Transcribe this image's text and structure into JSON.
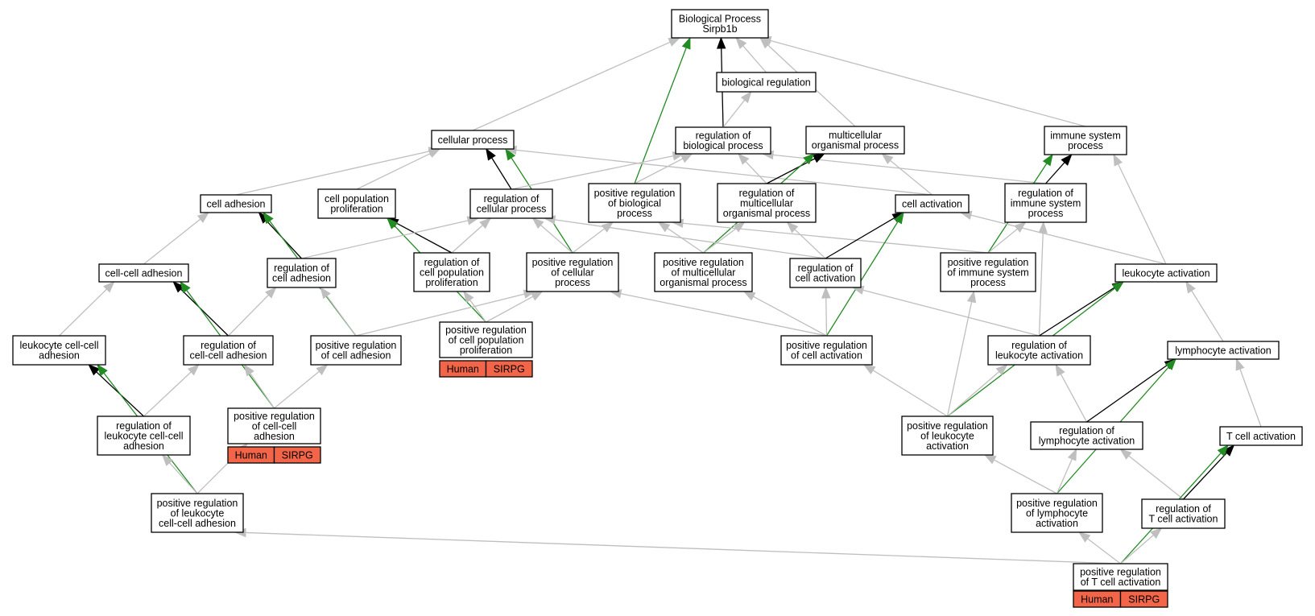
{
  "colors": {
    "is_a": "#bfbfbf",
    "regulates": "#000000",
    "positively_regulates": "#228b22",
    "annotation": "#f26549"
  },
  "nodes": [
    {
      "id": "bp",
      "lines": [
        "Biological Process",
        "Sirpb1b"
      ]
    },
    {
      "id": "br",
      "lines": [
        "biological regulation"
      ]
    },
    {
      "id": "cp",
      "lines": [
        "cellular process"
      ]
    },
    {
      "id": "rbp",
      "lines": [
        "regulation of",
        "biological process"
      ]
    },
    {
      "id": "mop",
      "lines": [
        "multicellular",
        "organismal process"
      ]
    },
    {
      "id": "isp",
      "lines": [
        "immune system",
        "process"
      ]
    },
    {
      "id": "ca",
      "lines": [
        "cell adhesion"
      ]
    },
    {
      "id": "cpp",
      "lines": [
        "cell population",
        "proliferation"
      ]
    },
    {
      "id": "rcp",
      "lines": [
        "regulation of",
        "cellular process"
      ]
    },
    {
      "id": "prbp",
      "lines": [
        "positive regulation",
        "of biological",
        "process"
      ]
    },
    {
      "id": "rmop",
      "lines": [
        "regulation of",
        "multicellular",
        "organismal process"
      ]
    },
    {
      "id": "cact",
      "lines": [
        "cell activation"
      ]
    },
    {
      "id": "risp",
      "lines": [
        "regulation of",
        "immune system",
        "process"
      ]
    },
    {
      "id": "cca",
      "lines": [
        "cell-cell adhesion"
      ]
    },
    {
      "id": "rca",
      "lines": [
        "regulation of",
        "cell adhesion"
      ]
    },
    {
      "id": "rcpp",
      "lines": [
        "regulation of",
        "cell population",
        "proliferation"
      ]
    },
    {
      "id": "prcp",
      "lines": [
        "positive regulation",
        "of cellular",
        "process"
      ]
    },
    {
      "id": "prmop",
      "lines": [
        "positive regulation",
        "of multicellular",
        "organismal process"
      ]
    },
    {
      "id": "rcact",
      "lines": [
        "regulation of",
        "cell activation"
      ]
    },
    {
      "id": "prisp",
      "lines": [
        "positive regulation",
        "of immune system",
        "process"
      ]
    },
    {
      "id": "la",
      "lines": [
        "leukocyte activation"
      ]
    },
    {
      "id": "lcca",
      "lines": [
        "leukocyte cell-cell",
        "adhesion"
      ]
    },
    {
      "id": "rcca",
      "lines": [
        "regulation of",
        "cell-cell adhesion"
      ]
    },
    {
      "id": "prca",
      "lines": [
        "positive regulation",
        "of cell adhesion"
      ]
    },
    {
      "id": "prcpp",
      "lines": [
        "positive regulation",
        "of cell population",
        "proliferation"
      ],
      "tags": [
        "Human",
        "SIRPG"
      ]
    },
    {
      "id": "prcact",
      "lines": [
        "positive regulation",
        "of cell activation"
      ]
    },
    {
      "id": "rla",
      "lines": [
        "regulation of",
        "leukocyte activation"
      ]
    },
    {
      "id": "lya",
      "lines": [
        "lymphocyte activation"
      ]
    },
    {
      "id": "rlcca",
      "lines": [
        "regulation of",
        "leukocyte cell-cell",
        "adhesion"
      ]
    },
    {
      "id": "prcca",
      "lines": [
        "positive regulation",
        "of cell-cell",
        "adhesion"
      ],
      "tags": [
        "Human",
        "SIRPG"
      ]
    },
    {
      "id": "prla",
      "lines": [
        "positive regulation",
        "of leukocyte",
        "activation"
      ]
    },
    {
      "id": "rlya",
      "lines": [
        "regulation of",
        "lymphocyte activation"
      ]
    },
    {
      "id": "tca",
      "lines": [
        "T cell activation"
      ]
    },
    {
      "id": "prlcca",
      "lines": [
        "positive regulation",
        "of leukocyte",
        "cell-cell adhesion"
      ]
    },
    {
      "id": "prlya",
      "lines": [
        "positive regulation",
        "of lymphocyte",
        "activation"
      ]
    },
    {
      "id": "rtca",
      "lines": [
        "regulation of",
        "T cell activation"
      ]
    },
    {
      "id": "prtca",
      "lines": [
        "positive regulation",
        "of T cell activation"
      ],
      "tags": [
        "Human",
        "SIRPG"
      ]
    }
  ],
  "edges": [
    {
      "from": "br",
      "to": "bp",
      "type": "is_a"
    },
    {
      "from": "cp",
      "to": "bp",
      "type": "is_a"
    },
    {
      "from": "rbp",
      "to": "bp",
      "type": "regulates"
    },
    {
      "from": "prbp",
      "to": "bp",
      "type": "positively_regulates"
    },
    {
      "from": "mop",
      "to": "bp",
      "type": "is_a"
    },
    {
      "from": "isp",
      "to": "bp",
      "type": "is_a"
    },
    {
      "from": "rbp",
      "to": "br",
      "type": "is_a"
    },
    {
      "from": "ca",
      "to": "cp",
      "type": "is_a"
    },
    {
      "from": "cpp",
      "to": "cp",
      "type": "is_a"
    },
    {
      "from": "rcp",
      "to": "cp",
      "type": "regulates"
    },
    {
      "from": "prcp",
      "to": "cp",
      "type": "positively_regulates"
    },
    {
      "from": "cact",
      "to": "cp",
      "type": "is_a"
    },
    {
      "from": "rcp",
      "to": "rbp",
      "type": "is_a"
    },
    {
      "from": "prbp",
      "to": "rbp",
      "type": "is_a"
    },
    {
      "from": "rmop",
      "to": "rbp",
      "type": "is_a"
    },
    {
      "from": "risp",
      "to": "rbp",
      "type": "is_a"
    },
    {
      "from": "rmop",
      "to": "mop",
      "type": "regulates"
    },
    {
      "from": "prmop",
      "to": "mop",
      "type": "positively_regulates"
    },
    {
      "from": "cact",
      "to": "mop",
      "type": "is_a"
    },
    {
      "from": "risp",
      "to": "isp",
      "type": "regulates"
    },
    {
      "from": "prisp",
      "to": "isp",
      "type": "positively_regulates"
    },
    {
      "from": "la",
      "to": "isp",
      "type": "is_a"
    },
    {
      "from": "cca",
      "to": "ca",
      "type": "is_a"
    },
    {
      "from": "rca",
      "to": "ca",
      "type": "regulates"
    },
    {
      "from": "prca",
      "to": "ca",
      "type": "positively_regulates"
    },
    {
      "from": "rcpp",
      "to": "cpp",
      "type": "regulates"
    },
    {
      "from": "prcpp",
      "to": "cpp",
      "type": "positively_regulates"
    },
    {
      "from": "rca",
      "to": "rcp",
      "type": "is_a"
    },
    {
      "from": "rcpp",
      "to": "rcp",
      "type": "is_a"
    },
    {
      "from": "prcp",
      "to": "rcp",
      "type": "is_a"
    },
    {
      "from": "rcact",
      "to": "rcp",
      "type": "is_a"
    },
    {
      "from": "prcp",
      "to": "prbp",
      "type": "is_a"
    },
    {
      "from": "prmop",
      "to": "prbp",
      "type": "is_a"
    },
    {
      "from": "prisp",
      "to": "prbp",
      "type": "is_a"
    },
    {
      "from": "prmop",
      "to": "rmop",
      "type": "is_a"
    },
    {
      "from": "rcact",
      "to": "rmop",
      "type": "is_a"
    },
    {
      "from": "rcact",
      "to": "cact",
      "type": "regulates"
    },
    {
      "from": "prcact",
      "to": "cact",
      "type": "positively_regulates"
    },
    {
      "from": "la",
      "to": "cact",
      "type": "is_a"
    },
    {
      "from": "prisp",
      "to": "risp",
      "type": "is_a"
    },
    {
      "from": "rla",
      "to": "risp",
      "type": "is_a"
    },
    {
      "from": "lcca",
      "to": "cca",
      "type": "is_a"
    },
    {
      "from": "rcca",
      "to": "cca",
      "type": "regulates"
    },
    {
      "from": "prcca",
      "to": "cca",
      "type": "positively_regulates"
    },
    {
      "from": "rcca",
      "to": "rca",
      "type": "is_a"
    },
    {
      "from": "prca",
      "to": "rca",
      "type": "is_a"
    },
    {
      "from": "prcpp",
      "to": "rcpp",
      "type": "is_a"
    },
    {
      "from": "prca",
      "to": "prcp",
      "type": "is_a"
    },
    {
      "from": "prcpp",
      "to": "prcp",
      "type": "is_a"
    },
    {
      "from": "prcact",
      "to": "prcp",
      "type": "is_a"
    },
    {
      "from": "prcact",
      "to": "prmop",
      "type": "is_a"
    },
    {
      "from": "prcact",
      "to": "rcact",
      "type": "is_a"
    },
    {
      "from": "rla",
      "to": "rcact",
      "type": "is_a"
    },
    {
      "from": "prla",
      "to": "prisp",
      "type": "is_a"
    },
    {
      "from": "rla",
      "to": "la",
      "type": "regulates"
    },
    {
      "from": "prla",
      "to": "la",
      "type": "positively_regulates"
    },
    {
      "from": "lya",
      "to": "la",
      "type": "is_a"
    },
    {
      "from": "rlcca",
      "to": "lcca",
      "type": "regulates"
    },
    {
      "from": "prlcca",
      "to": "lcca",
      "type": "positively_regulates"
    },
    {
      "from": "rlcca",
      "to": "rcca",
      "type": "is_a"
    },
    {
      "from": "prcca",
      "to": "rcca",
      "type": "is_a"
    },
    {
      "from": "prcca",
      "to": "prca",
      "type": "is_a"
    },
    {
      "from": "prla",
      "to": "prcact",
      "type": "is_a"
    },
    {
      "from": "prla",
      "to": "rla",
      "type": "is_a"
    },
    {
      "from": "rlya",
      "to": "rla",
      "type": "is_a"
    },
    {
      "from": "rlya",
      "to": "lya",
      "type": "regulates"
    },
    {
      "from": "prlya",
      "to": "lya",
      "type": "positively_regulates"
    },
    {
      "from": "tca",
      "to": "lya",
      "type": "is_a"
    },
    {
      "from": "prlcca",
      "to": "rlcca",
      "type": "is_a"
    },
    {
      "from": "prlcca",
      "to": "prcca",
      "type": "is_a"
    },
    {
      "from": "prlya",
      "to": "prla",
      "type": "is_a"
    },
    {
      "from": "prlya",
      "to": "rlya",
      "type": "is_a"
    },
    {
      "from": "rtca",
      "to": "rlya",
      "type": "is_a"
    },
    {
      "from": "rtca",
      "to": "tca",
      "type": "regulates"
    },
    {
      "from": "prtca",
      "to": "tca",
      "type": "positively_regulates"
    },
    {
      "from": "prtca",
      "to": "prlcca",
      "type": "is_a"
    },
    {
      "from": "prtca",
      "to": "prlya",
      "type": "is_a"
    },
    {
      "from": "prtca",
      "to": "rtca",
      "type": "is_a"
    }
  ]
}
